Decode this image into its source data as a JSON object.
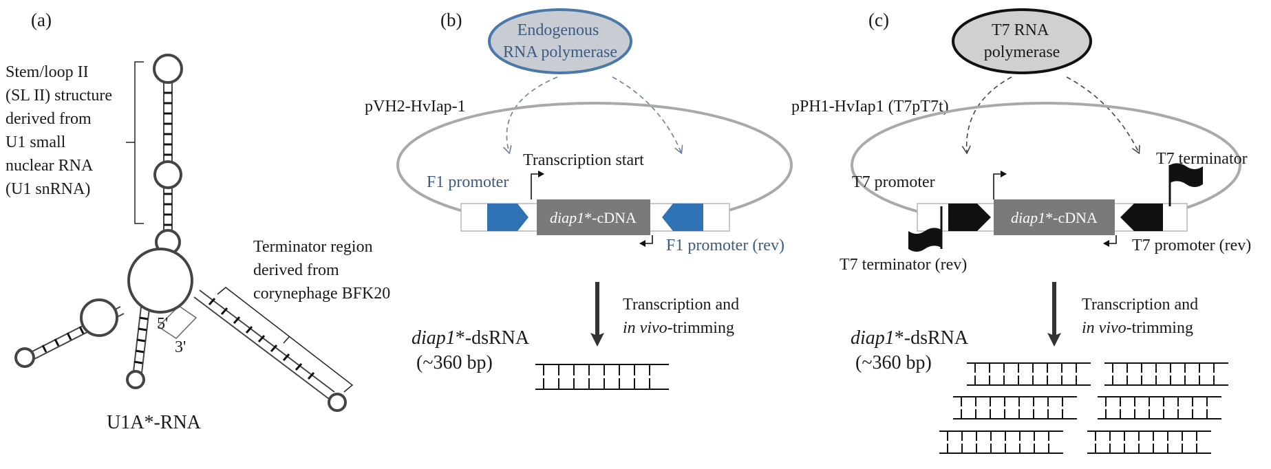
{
  "panel_a": {
    "label": "(a)",
    "bracket_label": [
      "Stem/loop II",
      "(SL II) structure",
      "derived from",
      "U1 small",
      "nuclear RNA",
      "(U1 snRNA)"
    ],
    "terminator_label": [
      "Terminator region",
      "derived from",
      "corynephage BFK20"
    ],
    "five_prime": "5'",
    "three_prime": "3'",
    "molecule_name": "U1A*-RNA"
  },
  "panel_b": {
    "label": "(b)",
    "polymerase": [
      "Endogenous",
      "RNA polymerase"
    ],
    "plasmid": "pVH2-HvIap-1",
    "promoter_fwd": "F1 promoter",
    "promoter_rev": "F1 promoter (rev)",
    "transcription_start": "Transcription start",
    "insert_italic": "diap1",
    "insert_suffix": "*-cDNA",
    "process_line1": "Transcription and",
    "process_line2_italic": "in vivo",
    "process_line2_suffix": "-trimming",
    "product_italic": "diap1",
    "product_suffix": "*-dsRNA",
    "product_size": "(~360 bp)"
  },
  "panel_c": {
    "label": "(c)",
    "polymerase": [
      "T7 RNA",
      "polymerase"
    ],
    "plasmid": "pPH1-HvIap1 (T7pT7t)",
    "promoter_fwd": "T7 promoter",
    "promoter_rev": "T7 promoter (rev)",
    "terminator_fwd": "T7 terminator",
    "terminator_rev": "T7 terminator (rev)",
    "insert_italic": "diap1",
    "insert_suffix": "*-cDNA",
    "process_line1": "Transcription and",
    "process_line2_italic": "in vivo",
    "process_line2_suffix": "-trimming",
    "product_italic": "diap1",
    "product_suffix": "*-dsRNA",
    "product_size": "(~360 bp)"
  },
  "colors": {
    "blue_promoter": "#2f73b5",
    "blue_text": "#3d5a80",
    "endogenous_fill": "#c8ccd3",
    "endogenous_stroke": "#4a78a8",
    "t7_fill": "#d0d0d0",
    "insert_fill": "#7a7a7a",
    "plasmid_stroke": "#a9a9a9",
    "black": "#111111"
  }
}
